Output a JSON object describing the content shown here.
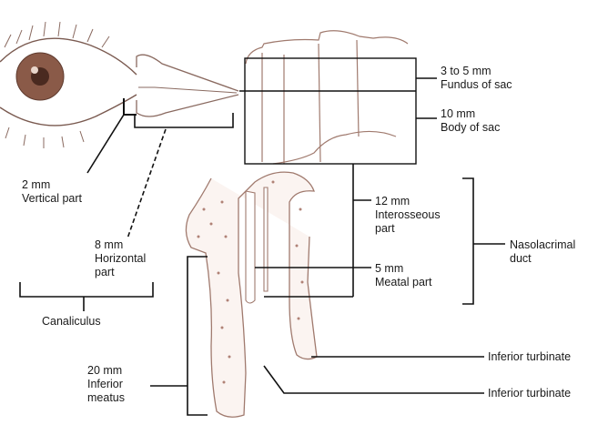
{
  "labels": {
    "fundus_size": "3 to 5 mm",
    "fundus_name": "Fundus of sac",
    "body_size": "10 mm",
    "body_name": "Body of sac",
    "vertical_size": "2 mm",
    "vertical_name": "Vertical part",
    "horizontal_size": "8 mm",
    "horizontal_name_1": "Horizontal",
    "horizontal_name_2": "part",
    "canaliculus": "Canaliculus",
    "interosseous_size": "12 mm",
    "interosseous_name_1": "Interosseous",
    "interosseous_name_2": "part",
    "meatal_size": "5 mm",
    "meatal_name": "Meatal part",
    "nasolacrimal_1": "Nasolacrimal",
    "nasolacrimal_2": "duct",
    "inferior_turbinate_1": "Inferior turbinate",
    "inferior_turbinate_2": "Inferior turbinate",
    "meatus_size": "20 mm",
    "meatus_name_1": "Inferior",
    "meatus_name_2": "meatus"
  },
  "colors": {
    "line": "#111111",
    "tissue_outline": "#a07a6e",
    "bone_fill": "#fbf4f1",
    "iris": "#8a5a48"
  }
}
